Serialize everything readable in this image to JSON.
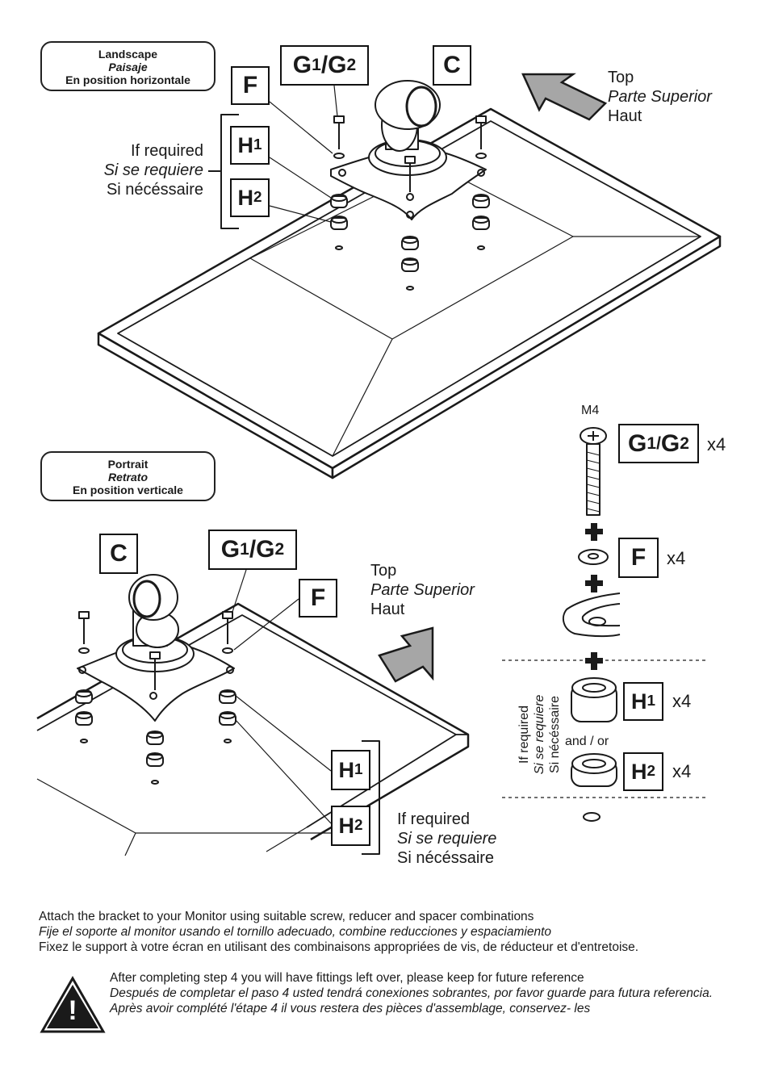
{
  "landscape_badge": {
    "l1": "Landscape",
    "l2": "Paisaje",
    "l3": "En position horizontale"
  },
  "portrait_badge": {
    "l1": "Portrait",
    "l2": "Retrato",
    "l3": "En position verticale"
  },
  "labels": {
    "c": "C",
    "f": "F",
    "g_main": "G",
    "g_sub1": "1",
    "g_sep": "/",
    "g_sub2": "2",
    "h": "H",
    "h1_sub": "1",
    "h2_sub": "2"
  },
  "top_label": {
    "l1": "Top",
    "l2": "Parte Superior",
    "l3": "Haut"
  },
  "if_required": {
    "l1": "If required",
    "l2": "Si se requiere",
    "l3": "Si nécéssaire"
  },
  "parts": {
    "screw_size": "M4",
    "g_qty": "x4",
    "f_qty": "x4",
    "h1_qty": "x4",
    "h2_qty": "x4",
    "and_or": "and / or"
  },
  "instructions": {
    "en": "Attach the bracket to your Monitor using suitable screw, reducer and spacer combinations",
    "es": "Fije el soporte al monitor usando el tornillo adecuado, combine reducciones y espaciamiento",
    "fr": "Fixez le support à votre écran en utilisant des combinaisons appropriées de vis, de réducteur et d'entretoise."
  },
  "warning": {
    "en": "After completing step 4 you will have fittings left over, please keep for future reference",
    "es": "Después de completar el paso 4 usted tendrá conexiones sobrantes, por favor guarde para futura referencia.",
    "fr": "Après avoir complété l'étape 4 il vous restera des pièces d'assemblage, conservez- les",
    "symbol": "!"
  },
  "colors": {
    "arrow_fill": "#a6a6a6",
    "line": "#1a1a1a"
  }
}
